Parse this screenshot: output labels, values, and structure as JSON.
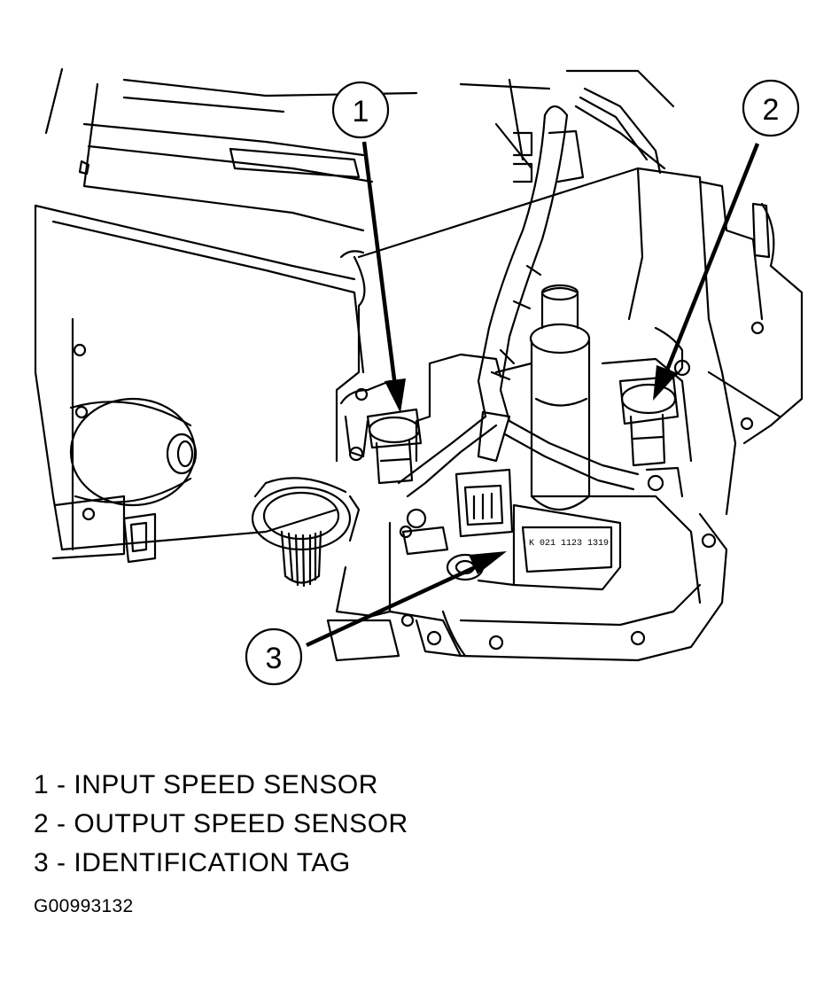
{
  "callouts": [
    {
      "number": "1",
      "label": "INPUT SPEED SENSOR"
    },
    {
      "number": "2",
      "label": "OUTPUT SPEED SENSOR"
    },
    {
      "number": "3",
      "label": "IDENTIFICATION TAG"
    }
  ],
  "legend_separator": "-",
  "id_tag_text": "K 021  1123  1319",
  "figure_id": "G00993132"
}
